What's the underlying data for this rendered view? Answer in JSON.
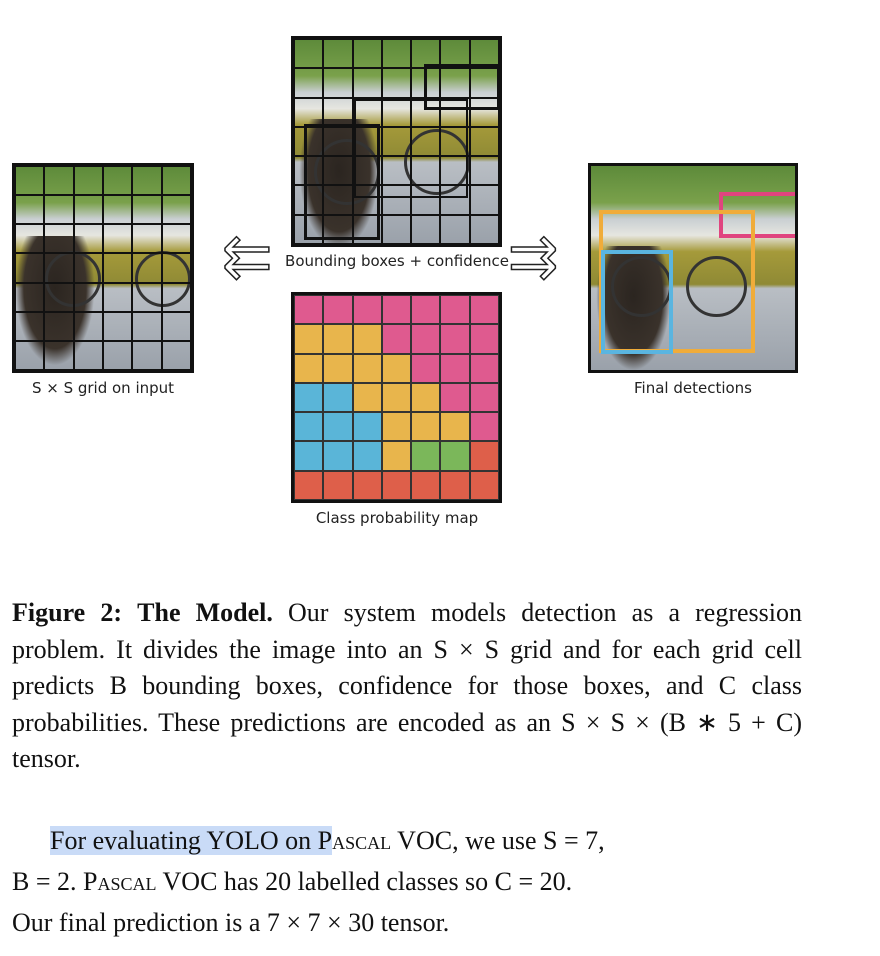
{
  "figure": {
    "labels": {
      "input": "S × S grid on input",
      "boxes": "Bounding boxes + confidence",
      "class_map": "Class probability map",
      "final": "Final detections"
    },
    "class_map_grid": [
      [
        "p",
        "p",
        "p",
        "p",
        "p",
        "p",
        "p"
      ],
      [
        "y",
        "y",
        "y",
        "p",
        "p",
        "p",
        "p"
      ],
      [
        "y",
        "y",
        "y",
        "y",
        "p",
        "p",
        "p"
      ],
      [
        "b",
        "b",
        "y",
        "y",
        "y",
        "p",
        "p"
      ],
      [
        "b",
        "b",
        "b",
        "y",
        "y",
        "y",
        "p"
      ],
      [
        "b",
        "b",
        "b",
        "y",
        "g",
        "g",
        "r"
      ],
      [
        "r",
        "r",
        "r",
        "r",
        "r",
        "r",
        "r"
      ]
    ],
    "colors": {
      "p": "#df5a8f",
      "y": "#e8b54c",
      "b": "#5ab5d8",
      "g": "#7bb75a",
      "r": "#de5f4a"
    }
  },
  "caption": {
    "label": "Figure 2:",
    "title": "The Model.",
    "body": " Our system models detection as a regression problem. It divides the image into an S × S grid and for each grid cell predicts B bounding boxes, confidence for those boxes, and C class probabilities. These predictions are encoded as an S × S × (B ∗ 5 + C) tensor."
  },
  "paragraph": {
    "highlighted": "For evaluating YOLO on P",
    "line1_rest_sc": "ascal",
    "line1_tail": " VOC, we use S = 7,",
    "line2_start": "B = 2. P",
    "line2_sc": "ascal",
    "line2_tail": " VOC has 20 labelled classes so C = 20.",
    "line3": "Our final prediction is a 7 × 7 × 30 tensor."
  }
}
